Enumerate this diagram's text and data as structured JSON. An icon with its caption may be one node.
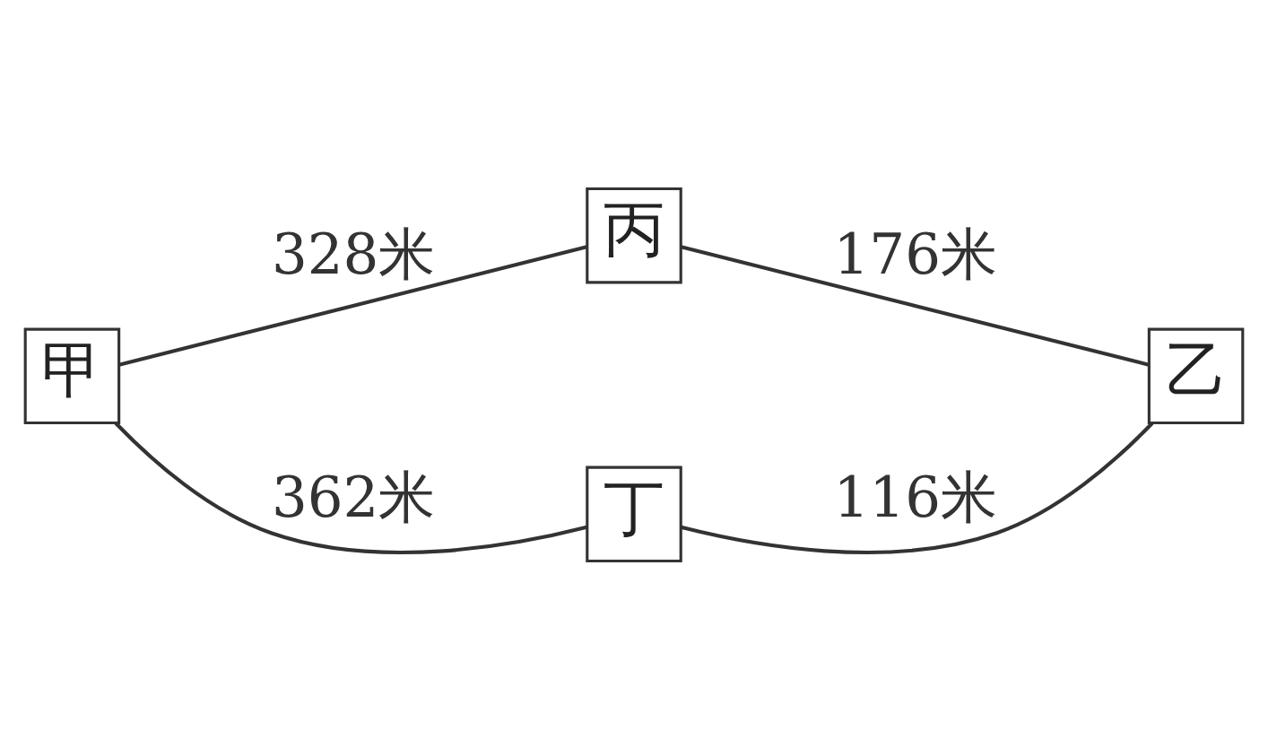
{
  "diagram": {
    "nodes": [
      {
        "text": [
          "丙"
        ]
      },
      {
        "text": [
          "甲"
        ]
      },
      {
        "text": [
          "乙"
        ]
      },
      {
        "text": [
          "丁"
        ]
      }
    ],
    "edges": [
      {
        "from": 1,
        "to": 0,
        "arrow": "none",
        "label": "328米"
      },
      {
        "from": 0,
        "to": 2,
        "arrow": "none",
        "label": "176米"
      },
      {
        "from": 1,
        "to": 3,
        "arrow": "none",
        "label": "362米"
      },
      {
        "from": 3,
        "to": 2,
        "arrow": "none",
        "label": "116米"
      }
    ]
  }
}
